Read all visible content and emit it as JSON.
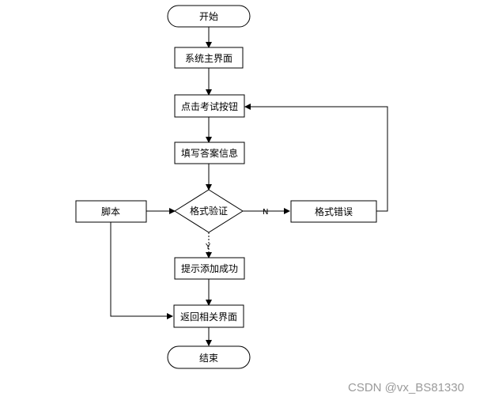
{
  "nodes": {
    "start": "开始",
    "main_ui": "系统主界面",
    "click_exam": "点击考试按钮",
    "fill_answer": "填写答案信息",
    "script": "脚本",
    "validate": "格式验证",
    "format_error": "格式错误",
    "success": "提示添加成功",
    "return_page": "返回相关界面",
    "end": "结束"
  },
  "edges": {
    "no": "N",
    "yes": "Y"
  },
  "watermark": "CSDN @vx_BS81330"
}
